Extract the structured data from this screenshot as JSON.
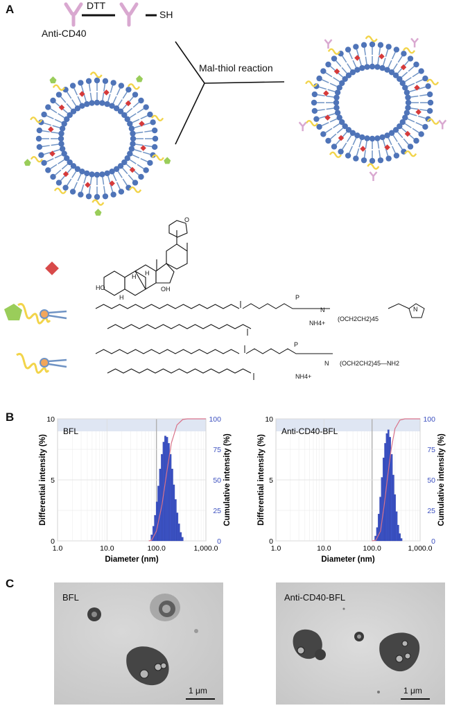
{
  "panel_a": {
    "letter": "A",
    "antibody_label": "Anti-CD40",
    "dtt_label": "DTT",
    "sh_label": "SH",
    "reaction_label": "Mal-thiol reaction",
    "structures": {
      "oh_label_1": "HO",
      "oh_label_2": "OH",
      "h_label": "H",
      "o_label": "O",
      "p_label": "P",
      "n_label": "N",
      "nh4_label": "NH4+",
      "peg_mal": "(OCH2CH2)45",
      "peg_amine": "(OCH2CH2)45—NH2"
    }
  },
  "panel_b": {
    "letter": "B",
    "colors": {
      "bars": "#3b52c4",
      "cumulative": "#d9738a",
      "header": "#dfe6f3",
      "right_axis_text": "#3b4fbf"
    }
  },
  "panel_c": {
    "letter": "C",
    "left_label": "BFL",
    "right_label": "Anti-CD40-BFL",
    "scale_left": "1 μm",
    "scale_right": "1 μm"
  },
  "chart_data": [
    {
      "type": "bar",
      "title": "BFL",
      "xlabel": "Diameter (nm)",
      "ylabel": "Differential intensity (%)",
      "y2label": "Cumulative intensity (%)",
      "x_scale": "log",
      "xlim": [
        1.0,
        1000.0
      ],
      "x_ticks": [
        "1.0",
        "10.0",
        "100.0",
        "1,000.0"
      ],
      "ylim": [
        0,
        10
      ],
      "y_ticks": [
        "0",
        "5",
        "10"
      ],
      "y2lim": [
        0,
        100
      ],
      "y2_ticks": [
        "0",
        "25",
        "50",
        "75",
        "100"
      ],
      "grid": true,
      "bars": {
        "x": [
          80,
          87,
          94,
          102,
          110,
          119,
          129,
          140,
          151,
          164,
          177,
          192,
          208,
          225,
          244,
          264,
          286,
          310,
          336
        ],
        "values": [
          0.5,
          1.2,
          2.1,
          3.2,
          4.5,
          5.9,
          7.1,
          8.1,
          8.6,
          8.5,
          8.0,
          7.1,
          5.9,
          4.6,
          3.4,
          2.3,
          1.4,
          0.7,
          0.3
        ]
      },
      "cumulative": {
        "x": [
          70,
          80,
          100,
          130,
          160,
          200,
          260,
          340,
          420,
          1000
        ],
        "values": [
          0,
          0.6,
          8,
          30,
          55,
          80,
          95,
          99.5,
          100,
          100
        ]
      }
    },
    {
      "type": "bar",
      "title": "Anti-CD40-BFL",
      "xlabel": "Diameter (nm)",
      "ylabel": "Differential intensity (%)",
      "y2label": "Cumulative intensity (%)",
      "x_scale": "log",
      "xlim": [
        1.0,
        1000.0
      ],
      "x_ticks": [
        "1.0",
        "10.0",
        "100.0",
        "1,000.0"
      ],
      "ylim": [
        0,
        10
      ],
      "y_ticks": [
        "0",
        "5",
        "10"
      ],
      "y2lim": [
        0,
        100
      ],
      "y2_ticks": [
        "0",
        "25",
        "50",
        "75",
        "100"
      ],
      "grid": true,
      "bars": {
        "x": [
          118,
          128,
          138,
          149,
          161,
          174,
          188,
          203,
          219,
          237,
          256,
          277,
          299,
          323,
          349,
          377,
          407
        ],
        "values": [
          0.4,
          1.1,
          2.2,
          3.6,
          5.2,
          6.8,
          8.0,
          8.8,
          9.1,
          8.5,
          7.1,
          5.4,
          3.8,
          2.4,
          1.3,
          0.6,
          0.2
        ]
      },
      "cumulative": {
        "x": [
          100,
          120,
          150,
          180,
          210,
          250,
          300,
          380,
          480,
          1000
        ],
        "values": [
          0,
          0.5,
          8,
          30,
          52,
          75,
          92,
          99,
          100,
          100
        ]
      }
    }
  ]
}
